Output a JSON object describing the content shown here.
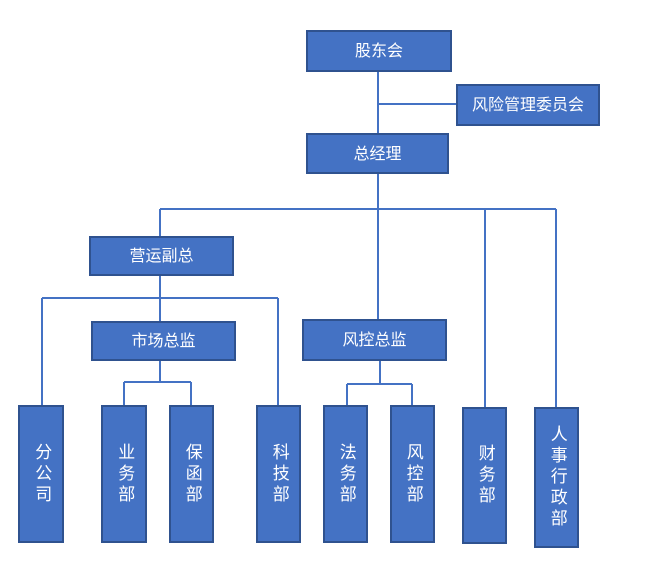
{
  "nodes": {
    "shareholders": "股东会",
    "risk_committee": "风险管理委员会",
    "general_manager": "总经理",
    "ops_vp": "营运副总",
    "market_director": "市场总监",
    "risk_director": "风控总监",
    "branch": "分公司",
    "business": "业务部",
    "guarantee": "保函部",
    "tech": "科技部",
    "legal": "法务部",
    "risk_control": "风控部",
    "finance": "财务部",
    "hr_admin": "人事行政部"
  },
  "colors": {
    "box_fill": "#4472C4",
    "box_border": "#2F528F",
    "line": "#4472C4",
    "text": "#FFFFFF"
  }
}
